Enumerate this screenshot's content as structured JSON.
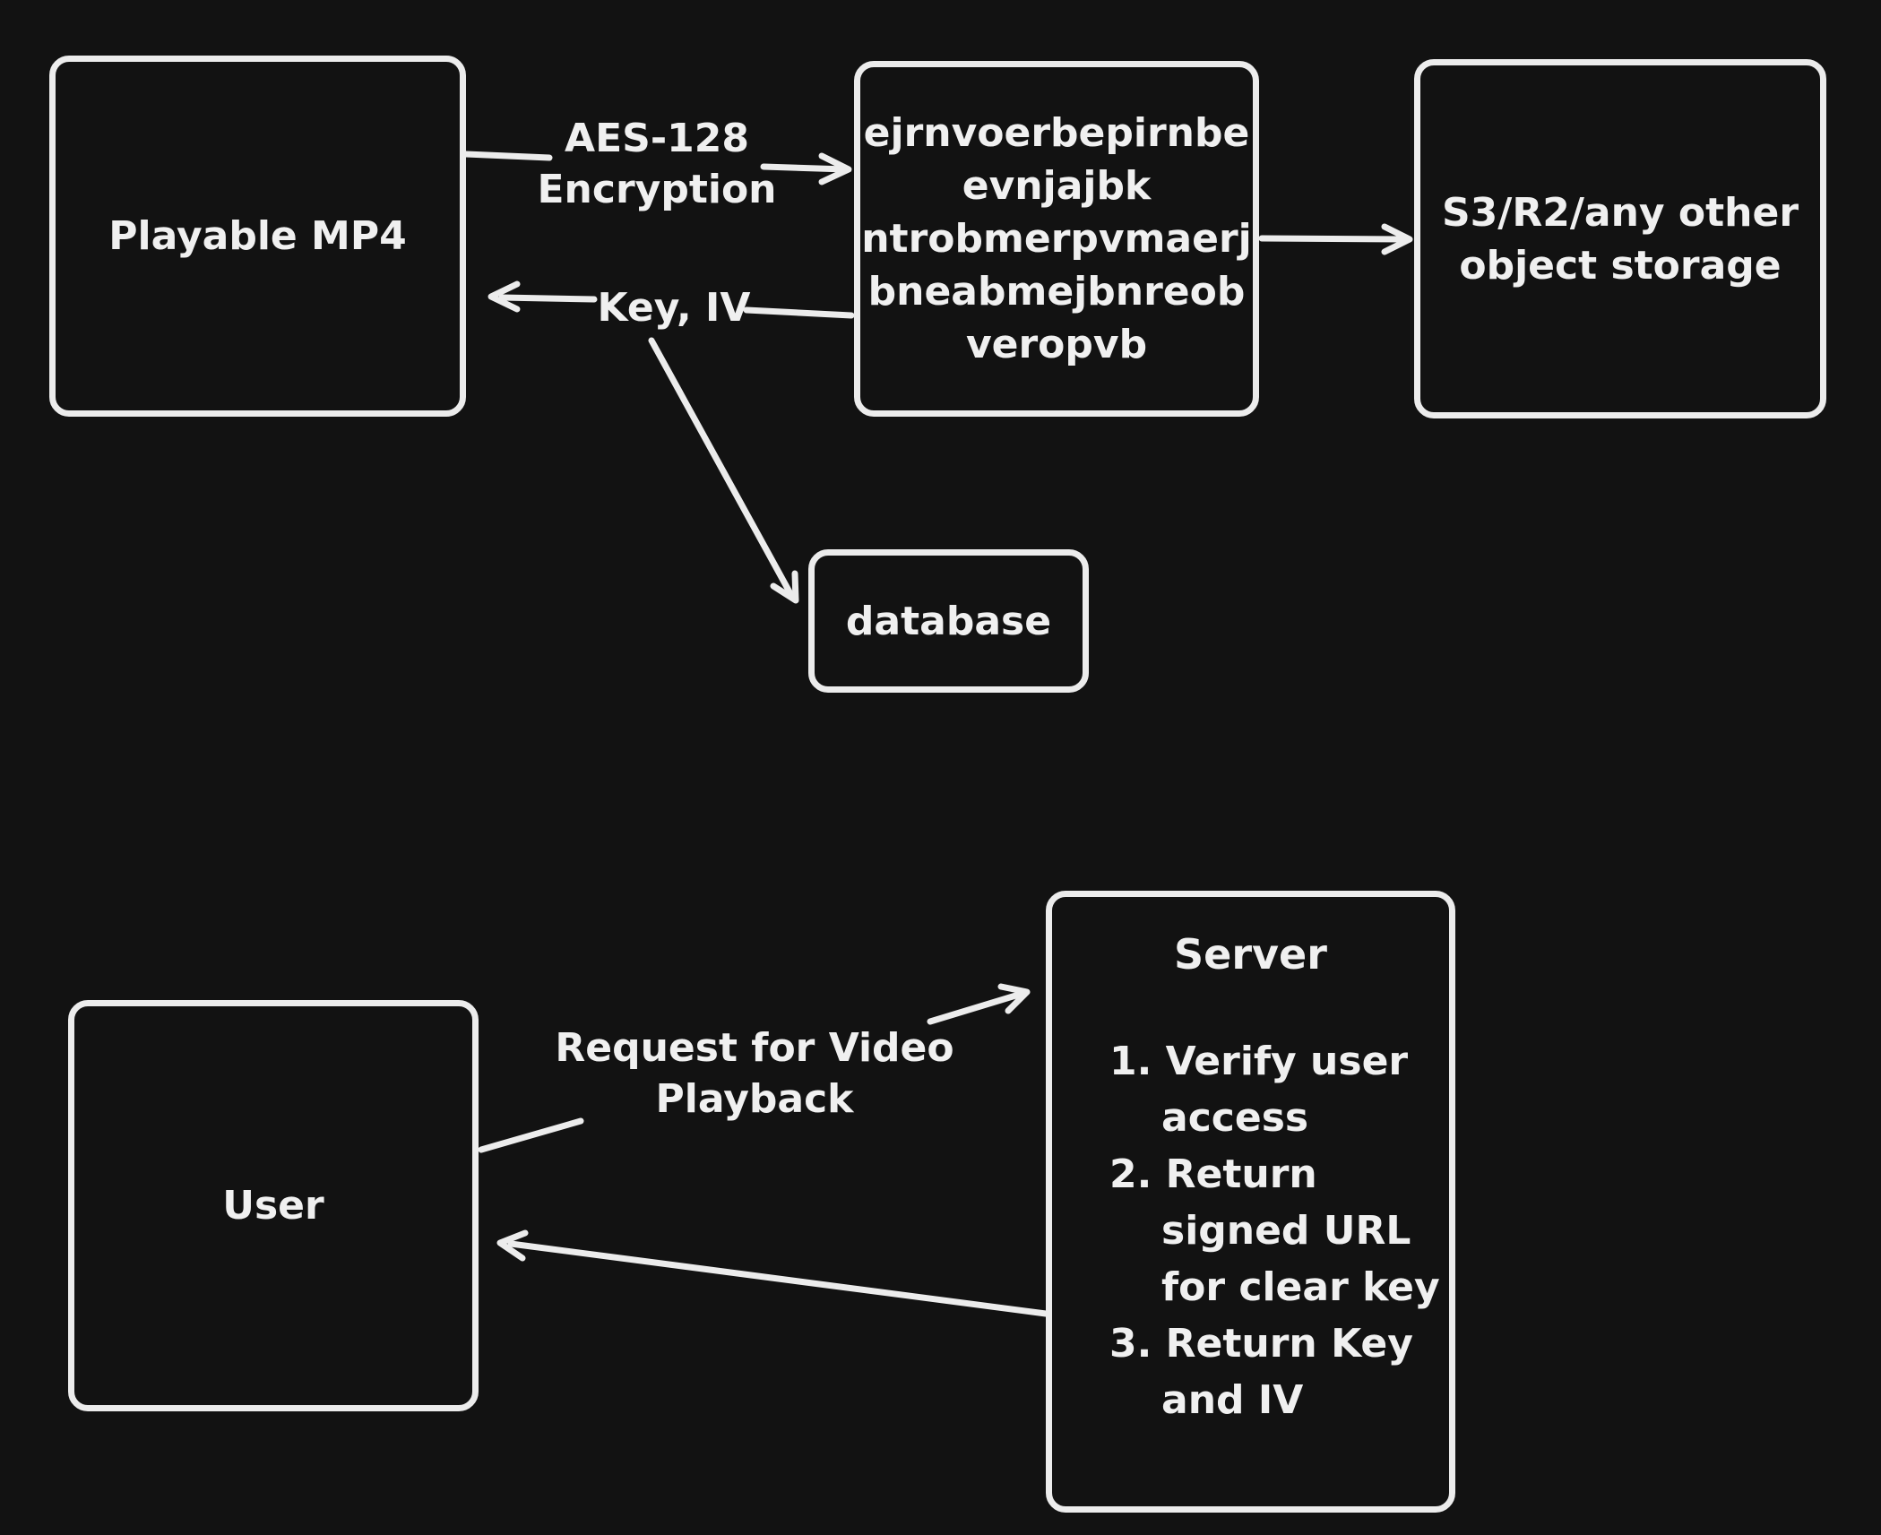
{
  "app": {
    "background_color": "#121212",
    "stroke_color": "#ececec",
    "text_color": "#f0f0f0"
  },
  "nodes": {
    "playable_mp4": {
      "label": "Playable MP4"
    },
    "encrypted_segments": {
      "lines": [
        "ejrnvoerbepirnbe",
        "evnjajbk",
        "ntrobmerpvmaerj",
        "bneabmejbnreob",
        "veropvb"
      ]
    },
    "object_storage": {
      "lines": [
        "S3/R2/any other",
        "object storage"
      ]
    },
    "database": {
      "label": "database"
    },
    "user": {
      "label": "User"
    },
    "server": {
      "title": "Server",
      "lines": [
        "1. Verify user",
        "access",
        "2. Return",
        "signed URL",
        "for clear key",
        "3. Return Key",
        "and IV"
      ]
    }
  },
  "edge_labels": {
    "encryption": {
      "lines": [
        "AES-128",
        "Encryption"
      ]
    },
    "key_iv": {
      "label": "Key, IV"
    },
    "request_playback": {
      "lines": [
        "Request for Video",
        "Playback"
      ]
    }
  },
  "arrows": [
    {
      "name": "encryption-arrow",
      "from": "playable-mp4",
      "to": "encrypted-segments"
    },
    {
      "name": "key-iv-arrow",
      "from": "encrypted-segments",
      "to": "playable-mp4"
    },
    {
      "name": "key-iv-to-database-arrow",
      "from": "key-iv-label",
      "to": "database"
    },
    {
      "name": "storage-arrow",
      "from": "encrypted-segments",
      "to": "object-storage"
    },
    {
      "name": "request-arrow",
      "from": "user",
      "to": "server"
    },
    {
      "name": "response-arrow",
      "from": "server",
      "to": "user"
    }
  ]
}
